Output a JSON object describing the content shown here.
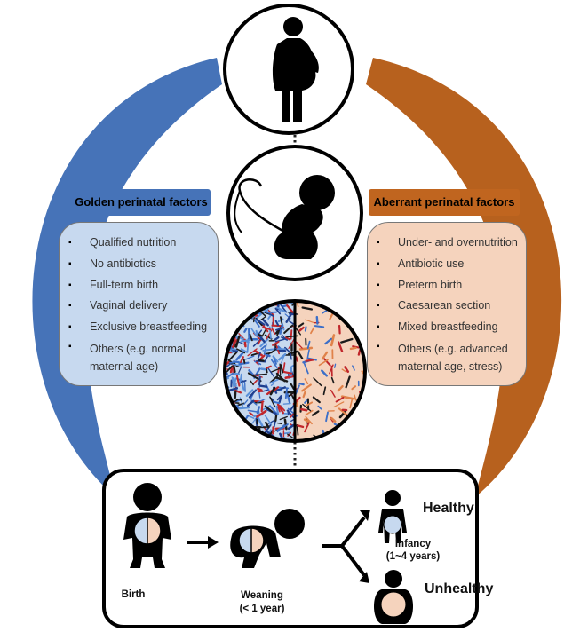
{
  "golden": {
    "title": "Golden perinatal factors",
    "items": [
      "Qualified nutrition",
      "No antibiotics",
      "Full-term birth",
      "Vaginal delivery",
      "Exclusive breastfeeding"
    ],
    "item_last": "Others (e.g. normal maternal age)",
    "color": "#4673b8",
    "panel_color": "#c7d9ef"
  },
  "aberrant": {
    "title": "Aberrant perinatal factors",
    "items": [
      "Under- and overnutrition",
      "Antibiotic use",
      "Preterm birth",
      "Caesarean section",
      "Mixed breastfeeding"
    ],
    "item_last": "Others (e.g. advanced maternal age, stress)",
    "color": "#c0651f",
    "panel_color": "#f5d3bd"
  },
  "timeline": {
    "birth": "Birth",
    "weaning": "Weaning",
    "weaning_age": "(< 1 year)",
    "infancy": "Infancy",
    "infancy_age": "(1~4 years)",
    "healthy": "Healthy",
    "unhealthy": "Unhealthy"
  },
  "icons": [
    "pregnant-woman-icon",
    "fetus-icon",
    "gut-microbiota-icon",
    "baby-sitting-icon",
    "baby-crawling-icon",
    "healthy-child-icon",
    "obese-child-icon"
  ]
}
